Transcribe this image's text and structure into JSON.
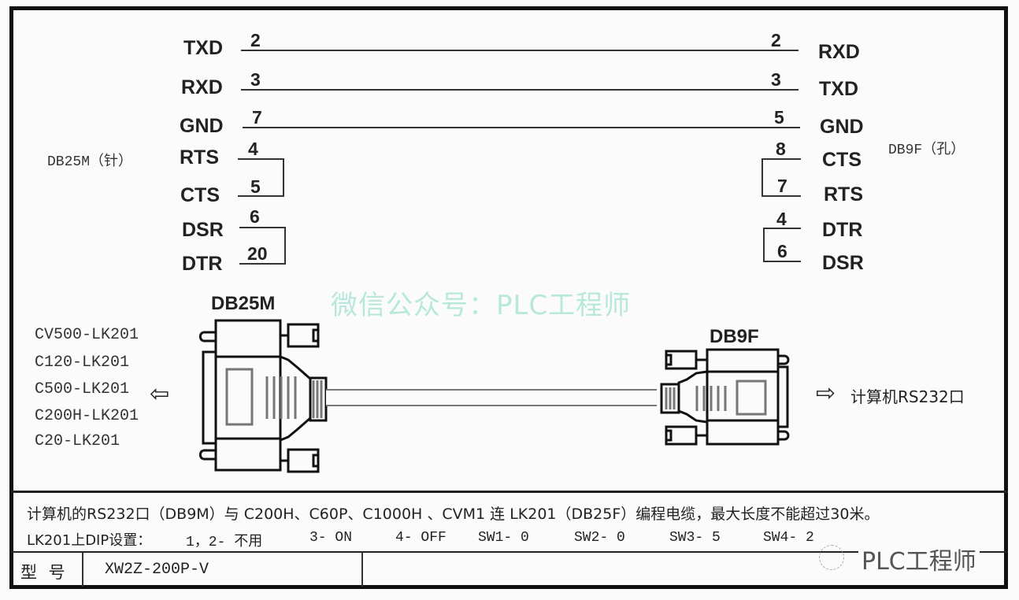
{
  "title": "Omron XW2Z-200P-V programming cable wiring diagram",
  "left_connector": {
    "label": "DB25M（针）",
    "header": "DB25M",
    "pins": [
      {
        "signal": "TXD",
        "pin": "2"
      },
      {
        "signal": "RXD",
        "pin": "3"
      },
      {
        "signal": "GND",
        "pin": "7"
      },
      {
        "signal": "RTS",
        "pin": "4"
      },
      {
        "signal": "CTS",
        "pin": "5"
      },
      {
        "signal": "DSR",
        "pin": "6"
      },
      {
        "signal": "DTR",
        "pin": "20"
      }
    ]
  },
  "right_connector": {
    "label": "DB9F（孔）",
    "header": "DB9F",
    "pins": [
      {
        "signal": "RXD",
        "pin": "2"
      },
      {
        "signal": "TXD",
        "pin": "3"
      },
      {
        "signal": "GND",
        "pin": "5"
      },
      {
        "signal": "CTS",
        "pin": "8"
      },
      {
        "signal": "RTS",
        "pin": "7"
      },
      {
        "signal": "DTR",
        "pin": "4"
      },
      {
        "signal": "DSR",
        "pin": "6"
      }
    ]
  },
  "watermark": "微信公众号：PLC工程师",
  "plc_models": [
    "CV500-LK201",
    "C120-LK201",
    "C500-LK201",
    "C200H-LK201",
    "C20-LK201"
  ],
  "left_arrow": "⇦",
  "right_arrow": "⇨",
  "pc_port_label": "计算机RS232口",
  "notes": {
    "line1": "计算机的RS232口（DB9M）与 C200H、C60P、C1000H 、CVM1 连 LK201（DB25F）编程电缆，最大长度不能超过30米。",
    "dip_prefix": "LK201上DIP设置：",
    "dip_settings": [
      "1，2- 不用",
      "3- ON",
      "4- OFF",
      "SW1- 0",
      "SW2- 0",
      "SW3- 5",
      "SW4- 2"
    ]
  },
  "model": {
    "label": "型 号",
    "value": "XW2Z-200P-V"
  },
  "corner_watermark": "PLC工程师",
  "colors": {
    "line": "#333333",
    "watermark": "#b8e8dc",
    "border": "#111111"
  }
}
